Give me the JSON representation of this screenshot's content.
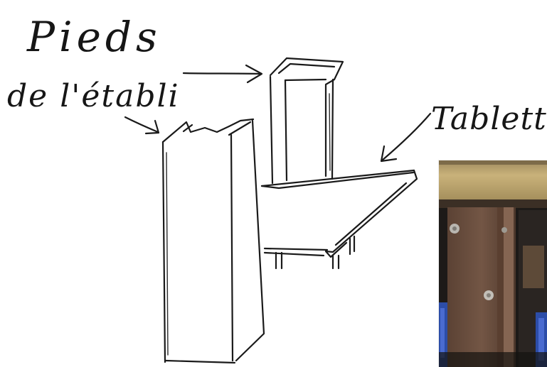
{
  "labels": {
    "legs": {
      "line1": "Pieds",
      "line2": "de l'établi"
    },
    "shelf": "Tablette"
  },
  "photo": {
    "colors": {
      "wood": "#c9b27a",
      "metal_leg": "#6b4f3c",
      "shadow": "#1d1a18",
      "blue": "#2c4da8"
    }
  }
}
